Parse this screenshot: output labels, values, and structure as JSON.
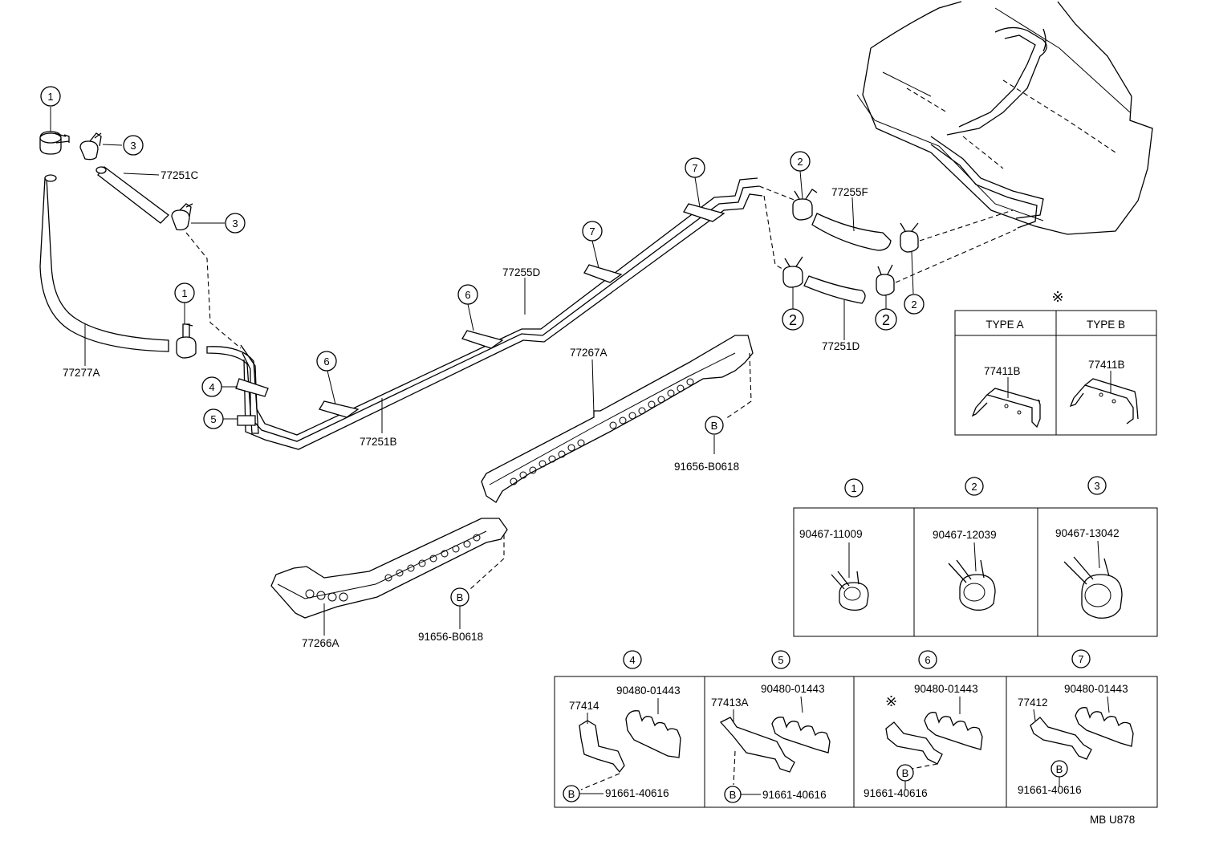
{
  "parts": {
    "p77251C": "77251C",
    "p77277A": "77277A",
    "p77255D": "77255D",
    "p77251B": "77251B",
    "p77267A": "77267A",
    "p77266A": "77266A",
    "p77255F": "77255F",
    "p77251D": "77251D",
    "bolt_upper": "91656-B0618",
    "bolt_lower": "91656-B0618"
  },
  "callouts": {
    "c1": "1",
    "c2": "2",
    "c3": "3",
    "c4": "4",
    "c5": "5",
    "c6": "6",
    "c7": "7",
    "cB": "B"
  },
  "type_table": {
    "mark": "※",
    "type_a": "TYPE A",
    "type_b": "TYPE B",
    "part_a": "77411B",
    "part_b": "77411B"
  },
  "clamp_table": {
    "col1": {
      "num": "1",
      "part": "90467-11009"
    },
    "col2": {
      "num": "2",
      "part": "90467-12039"
    },
    "col3": {
      "num": "3",
      "part": "90467-13042"
    }
  },
  "bracket_table": {
    "col4": {
      "num": "4",
      "bracket": "77414",
      "clamp": "90480-01443",
      "bolt": "91661-40616"
    },
    "col5": {
      "num": "5",
      "bracket": "77413A",
      "clamp": "90480-01443",
      "bolt": "91661-40616"
    },
    "col6": {
      "num": "6",
      "bracket": "※",
      "clamp": "90480-01443",
      "bolt": "91661-40616"
    },
    "col7": {
      "num": "7",
      "bracket": "77412",
      "clamp": "90480-01443",
      "bolt": "91661-40616"
    }
  },
  "code": "MB U878"
}
